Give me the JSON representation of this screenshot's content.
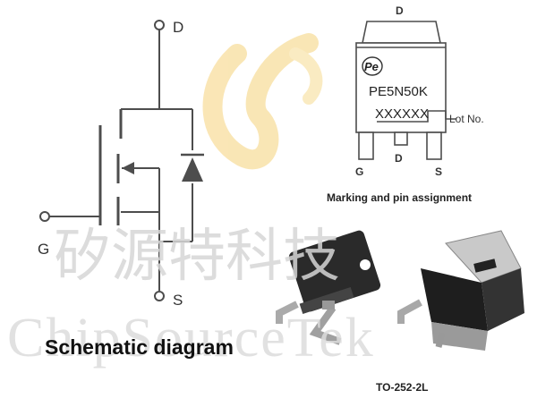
{
  "schematic": {
    "title": "Schematic diagram",
    "pin_d": "D",
    "pin_g": "G",
    "pin_s": "S"
  },
  "marking": {
    "caption": "Marking and pin assignment",
    "top_pin": "D",
    "logo": "Pe",
    "part_number": "PE5N50K",
    "lot_code": "XXXXXX",
    "lot_label": "Lot No.",
    "pin_g": "G",
    "pin_d": "D",
    "pin_s": "S"
  },
  "package": {
    "caption": "TO-252-2L"
  },
  "watermark": {
    "chinese": "矽源特科技",
    "english": "ChipSourceTek"
  },
  "colors": {
    "line": "#4d4d4d",
    "logo_arc": "#f5d27a",
    "body_dark": "#1e1e1e",
    "metal": "#a9a9a9"
  }
}
